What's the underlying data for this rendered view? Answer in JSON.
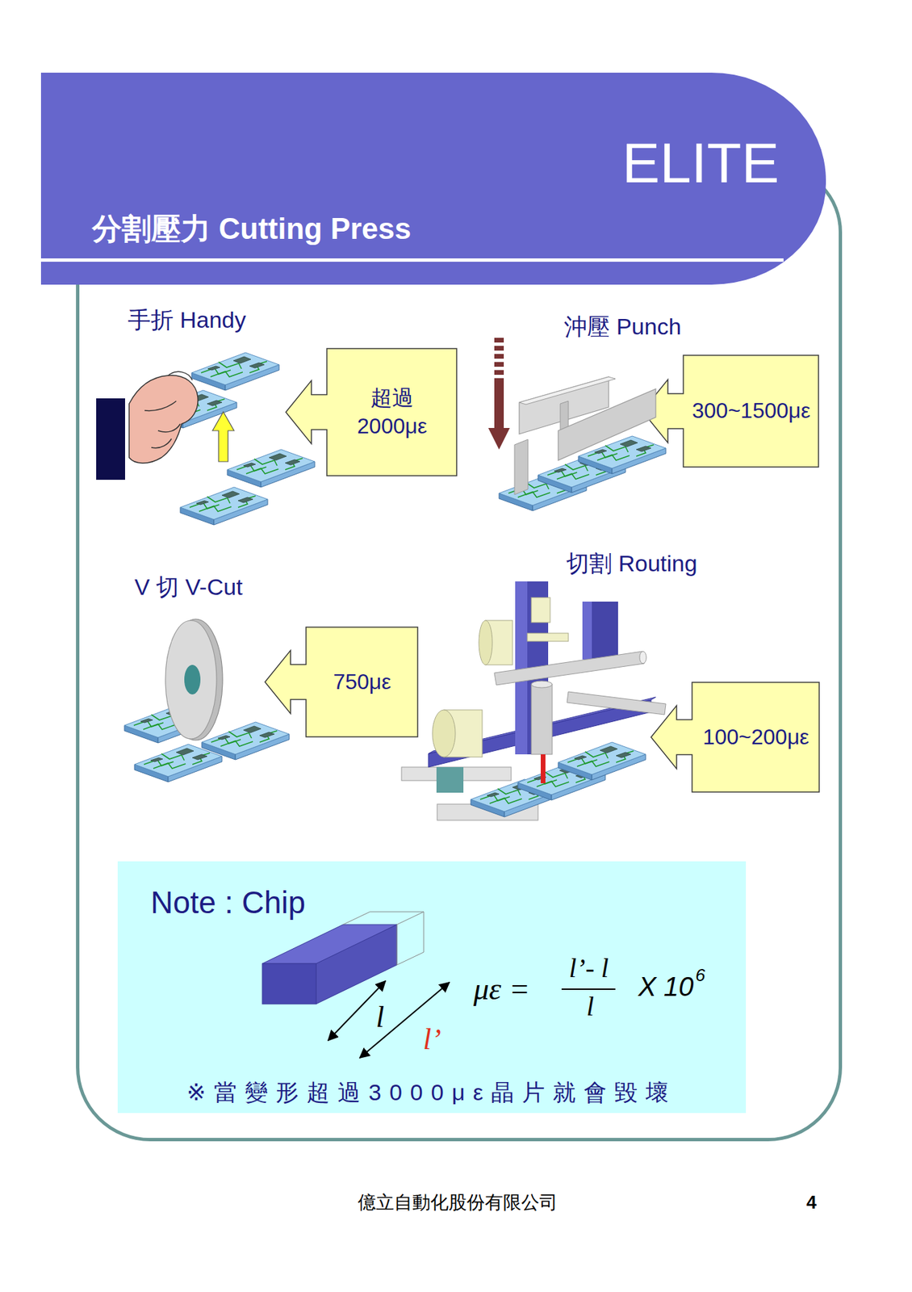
{
  "diagram": {
    "title": "分割壓力 Cutting Press",
    "nodes": [
      {
        "text": [
          "超過 2000με"
        ]
      },
      {
        "text": [
          "300~1500με"
        ]
      },
      {
        "text": [
          "750με"
        ]
      },
      {
        "text": [
          "100~200με"
        ]
      },
      {
        "text": [
          "Note : Chip",
          "※當變形超過3000με晶片就會毀壞"
        ]
      }
    ],
    "labels": [
      "ELITE",
      "手折 Handy",
      "沖壓 Punch",
      "V 切 V-Cut",
      "切割 Routing",
      "l",
      "l’",
      "με =",
      "l’- l",
      "l",
      "X 10",
      "6",
      "億立自動化股份有限公司",
      "4"
    ]
  }
}
